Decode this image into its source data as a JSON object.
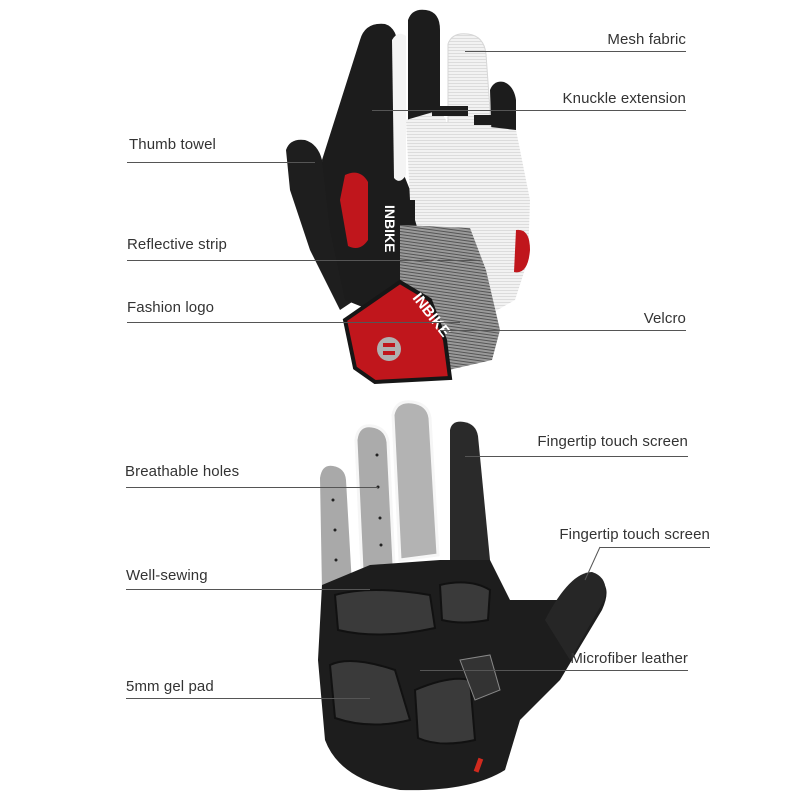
{
  "brand": "INBIKE",
  "colors": {
    "red": "#c0161c",
    "black": "#1c1c1c",
    "white_mesh": "#efefef",
    "grey_mesh": "#8a8a8a",
    "palm_grey": "#a8a8a8",
    "line": "#555555",
    "text": "#333333"
  },
  "back_glove": {
    "labels": [
      {
        "id": "mesh-fabric",
        "text": "Mesh fabric",
        "side": "right"
      },
      {
        "id": "knuckle-extension",
        "text": "Knuckle extension",
        "side": "right"
      },
      {
        "id": "thumb-towel",
        "text": "Thumb towel",
        "side": "left"
      },
      {
        "id": "reflective-strip",
        "text": "Reflective strip",
        "side": "left"
      },
      {
        "id": "fashion-logo",
        "text": "Fashion logo",
        "side": "left"
      },
      {
        "id": "velcro",
        "text": "Velcro",
        "side": "right"
      }
    ]
  },
  "palm_glove": {
    "labels": [
      {
        "id": "fingertip-touch-screen-1",
        "text": "Fingertip touch screen",
        "side": "right"
      },
      {
        "id": "breathable-holes",
        "text": "Breathable holes",
        "side": "left"
      },
      {
        "id": "fingertip-touch-screen-2",
        "text": "Fingertip touch screen",
        "side": "right"
      },
      {
        "id": "well-sewing",
        "text": "Well-sewing",
        "side": "left"
      },
      {
        "id": "microfiber-leather",
        "text": "Microfiber leather",
        "side": "right"
      },
      {
        "id": "5mm-gel-pad",
        "text": "5mm gel pad",
        "side": "left"
      }
    ]
  }
}
